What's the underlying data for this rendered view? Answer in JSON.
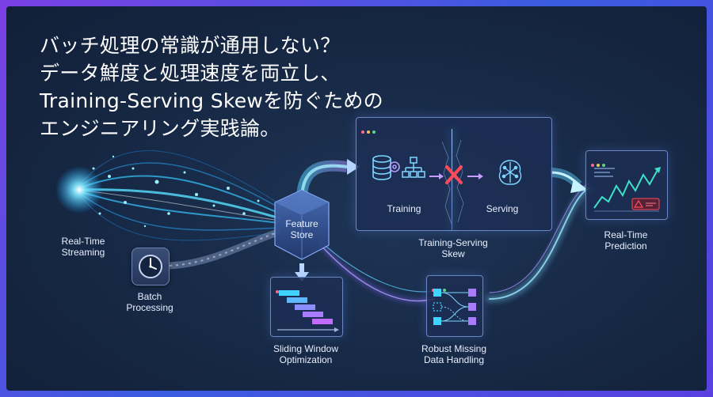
{
  "headline": {
    "line1": "バッチ処理の常識が通用しない？",
    "line2": "データ鮮度と処理速度を両立し、",
    "line3": "Training-Serving Skewを防ぐための",
    "line4": "エンジニアリング実践論。"
  },
  "nodes": {
    "real_time_streaming": [
      "Real-Time",
      "Streaming"
    ],
    "batch_processing": [
      "Batch",
      "Processing"
    ],
    "feature_store": [
      "Feature",
      "Store"
    ],
    "training": "Training",
    "serving": "Serving",
    "skew": [
      "Training-Serving",
      "Skew"
    ],
    "real_time_prediction": [
      "Real-Time",
      "Prediction"
    ],
    "sliding_window": [
      "Sliding Window",
      "Optimization"
    ],
    "missing_data": [
      "Robust Missing",
      "Data Handling"
    ]
  },
  "icons": {
    "clock": "clock-icon",
    "database": "database-icon",
    "hierarchy": "hierarchy-icon",
    "blocked": "x-mark-icon",
    "brain": "neural-brain-icon",
    "chart": "line-chart-icon",
    "warning": "warning-icon"
  },
  "colors": {
    "glow": "#38d6ff",
    "accent_purple": "#9b6bff",
    "error_red": "#ff4a5a",
    "text": "#ffffff"
  }
}
